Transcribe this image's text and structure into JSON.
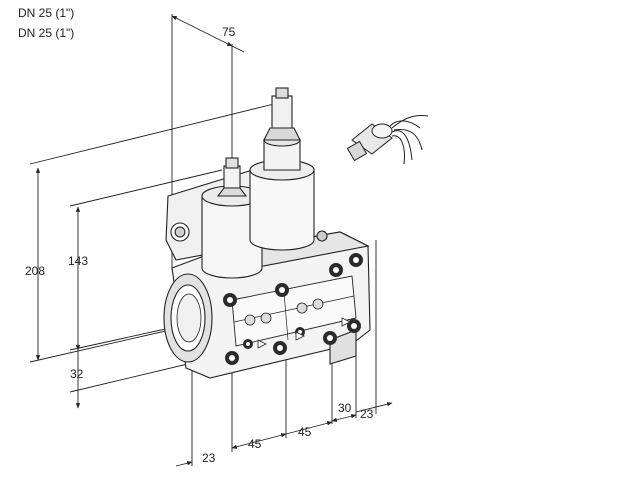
{
  "header": {
    "line1": "DN 25 (1\")",
    "line2": "DN 25 (1\")"
  },
  "dimensions": {
    "top_depth": "75",
    "overall_height": "208",
    "actuator_height": "143",
    "base_offset": "32",
    "left_offset": "23",
    "spacing_a": "45",
    "spacing_b": "45",
    "right_spacing": "30",
    "right_offset": "23"
  },
  "colors": {
    "line": "#222222",
    "body": "#f2f2f2",
    "shade": "#d9d9d9",
    "dark": "#2b2b2b"
  }
}
